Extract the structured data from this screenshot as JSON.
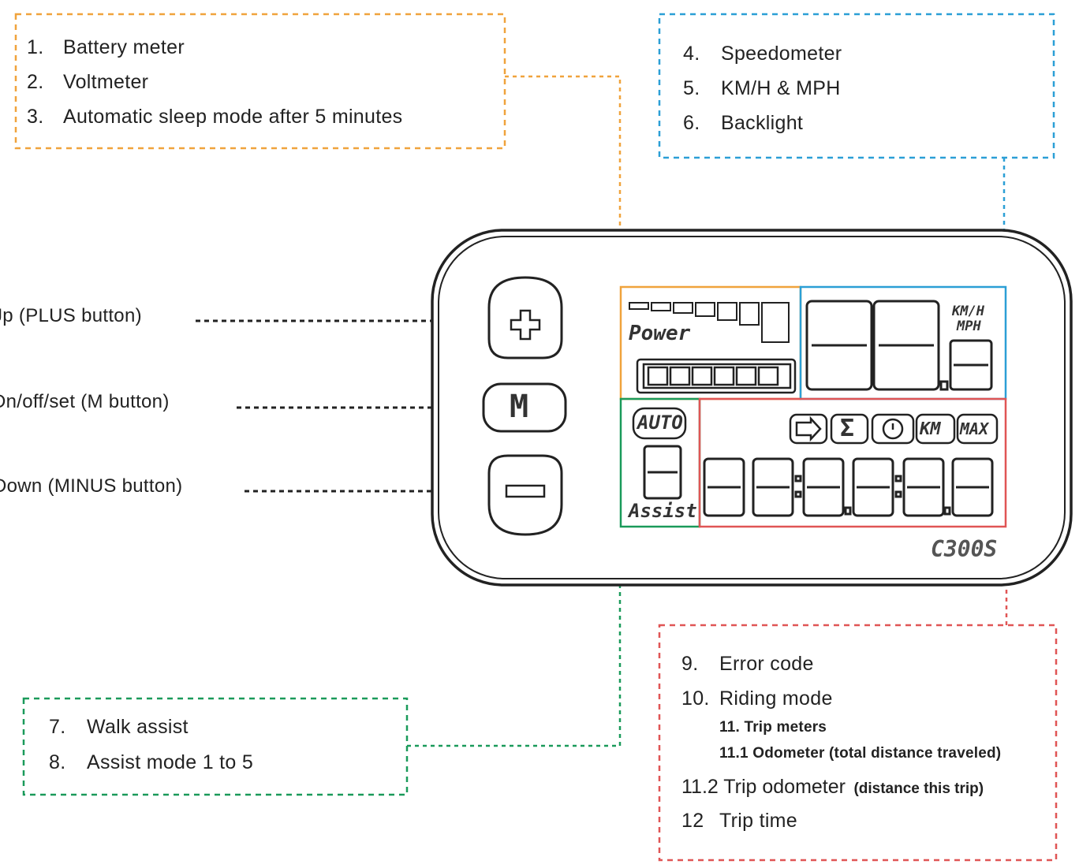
{
  "callouts": {
    "orange": [
      {
        "num": "1.",
        "text": "Battery meter"
      },
      {
        "num": "2.",
        "text": "Voltmeter"
      },
      {
        "num": "3.",
        "text": "Automatic sleep mode after 5 minutes"
      }
    ],
    "blue": [
      {
        "num": "4.",
        "text": "Speedometer"
      },
      {
        "num": "5.",
        "text": "KM/H & MPH"
      },
      {
        "num": "6.",
        "text": "Backlight"
      }
    ],
    "green": [
      {
        "num": "7.",
        "text": "Walk assist"
      },
      {
        "num": "8.",
        "text": "Assist mode 1 to 5"
      }
    ],
    "red": {
      "l9": {
        "num": "9.",
        "text": "Error code"
      },
      "l10": {
        "num": "10.",
        "text": "Riding mode"
      },
      "l11": "11.  Trip meters",
      "l11_1": "11.1 Odometer (total distance traveled)",
      "l11_2_main": "11.2 Trip odometer",
      "l11_2_sub": "(distance this trip)",
      "l12": {
        "num": "12",
        "text": "Trip time"
      }
    }
  },
  "buttons": {
    "plus_label": "Jp (PLUS button)",
    "m_label": "Dn/off/set (M button)",
    "minus_label": "Down (MINUS button)",
    "m_key": "M"
  },
  "display": {
    "power": "Power",
    "unit_kmh": "KM/H",
    "unit_mph": "MPH",
    "auto": "AUTO",
    "assist": "Assist",
    "icon_km": "KM",
    "icon_max": "MAX",
    "icon_sigma": "Σ",
    "model": "C300S"
  },
  "colors": {
    "orange": "#f0a33c",
    "blue": "#2b9fd6",
    "green": "#1a9a5a",
    "red": "#e05555"
  }
}
